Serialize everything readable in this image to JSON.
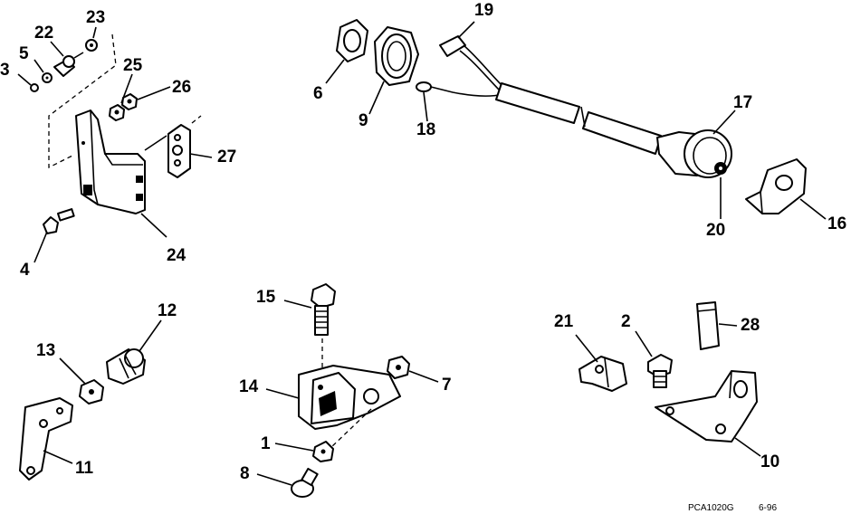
{
  "labels": {
    "l1": "1",
    "l2": "2",
    "l3": "3",
    "l4": "4",
    "l5": "5",
    "l6": "6",
    "l7": "7",
    "l8": "8",
    "l9": "9",
    "l10": "10",
    "l11": "11",
    "l12": "12",
    "l13": "13",
    "l14": "14",
    "l15": "15",
    "l16": "16",
    "l17": "17",
    "l18": "18",
    "l19": "19",
    "l20": "20",
    "l21": "21",
    "l22": "22",
    "l23": "23",
    "l24": "24",
    "l25": "25",
    "l26": "26",
    "l27": "27",
    "l28": "28"
  },
  "reference": {
    "code": "PCA1020G",
    "date": "6-96"
  }
}
